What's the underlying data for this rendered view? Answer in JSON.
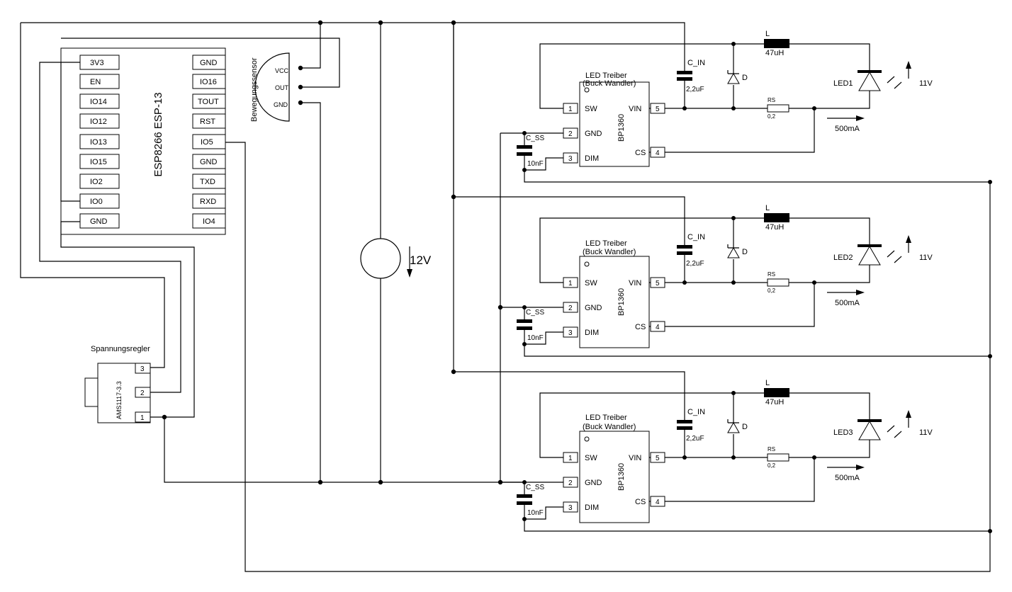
{
  "esp": {
    "title": "ESP8266 ESP-13",
    "left_pins": [
      "3V3",
      "EN",
      "IO14",
      "IO12",
      "IO13",
      "IO15",
      "IO2",
      "IO0",
      "GND"
    ],
    "right_pins": [
      "GND",
      "IO16",
      "TOUT",
      "RST",
      "IO5",
      "GND",
      "TXD",
      "RXD",
      "IO4"
    ]
  },
  "sensor": {
    "title": "Bewegungssensor",
    "pins": [
      "VCC",
      "OUT",
      "GND"
    ]
  },
  "regulator": {
    "title": "Spannungsregler",
    "part": "AMS1117-3.3",
    "pins": [
      "3",
      "2",
      "1"
    ]
  },
  "supply": {
    "label": "12V"
  },
  "drivers": [
    {
      "title_line1": "LED Treiber",
      "title_line2": "(Buck Wandler)",
      "chip": "BP1360",
      "pins": {
        "sw": "SW",
        "gnd": "GND",
        "dim": "DIM",
        "vin": "VIN",
        "cs": "CS",
        "n1": "1",
        "n2": "2",
        "n3": "3",
        "n5": "5",
        "n4": "4"
      },
      "cin_name": "C_IN",
      "cin_value": "2,2uF",
      "css_name": "C_SS",
      "css_value": "10nF",
      "diode": "D",
      "inductor_name": "L",
      "inductor_value": "47uH",
      "rs_name": "RS",
      "rs_value": "0,2",
      "led": "LED1",
      "led_voltage": "11V",
      "current": "500mA"
    },
    {
      "title_line1": "LED Treiber",
      "title_line2": "(Buck Wandler)",
      "chip": "BP1360",
      "pins": {
        "sw": "SW",
        "gnd": "GND",
        "dim": "DIM",
        "vin": "VIN",
        "cs": "CS",
        "n1": "1",
        "n2": "2",
        "n3": "3",
        "n5": "5",
        "n4": "4"
      },
      "cin_name": "C_IN",
      "cin_value": "2,2uF",
      "css_name": "C_SS",
      "css_value": "10nF",
      "diode": "D",
      "inductor_name": "L",
      "inductor_value": "47uH",
      "rs_name": "RS",
      "rs_value": "0,2",
      "led": "LED2",
      "led_voltage": "11V",
      "current": "500mA"
    },
    {
      "title_line1": "LED Treiber",
      "title_line2": "(Buck Wandler)",
      "chip": "BP1360",
      "pins": {
        "sw": "SW",
        "gnd": "GND",
        "dim": "DIM",
        "vin": "VIN",
        "cs": "CS",
        "n1": "1",
        "n2": "2",
        "n3": "3",
        "n5": "5",
        "n4": "4"
      },
      "cin_name": "C_IN",
      "cin_value": "2,2uF",
      "css_name": "C_SS",
      "css_value": "10nF",
      "diode": "D",
      "inductor_name": "L",
      "inductor_value": "47uH",
      "rs_name": "RS",
      "rs_value": "0,2",
      "led": "LED3",
      "led_voltage": "11V",
      "current": "500mA"
    }
  ]
}
